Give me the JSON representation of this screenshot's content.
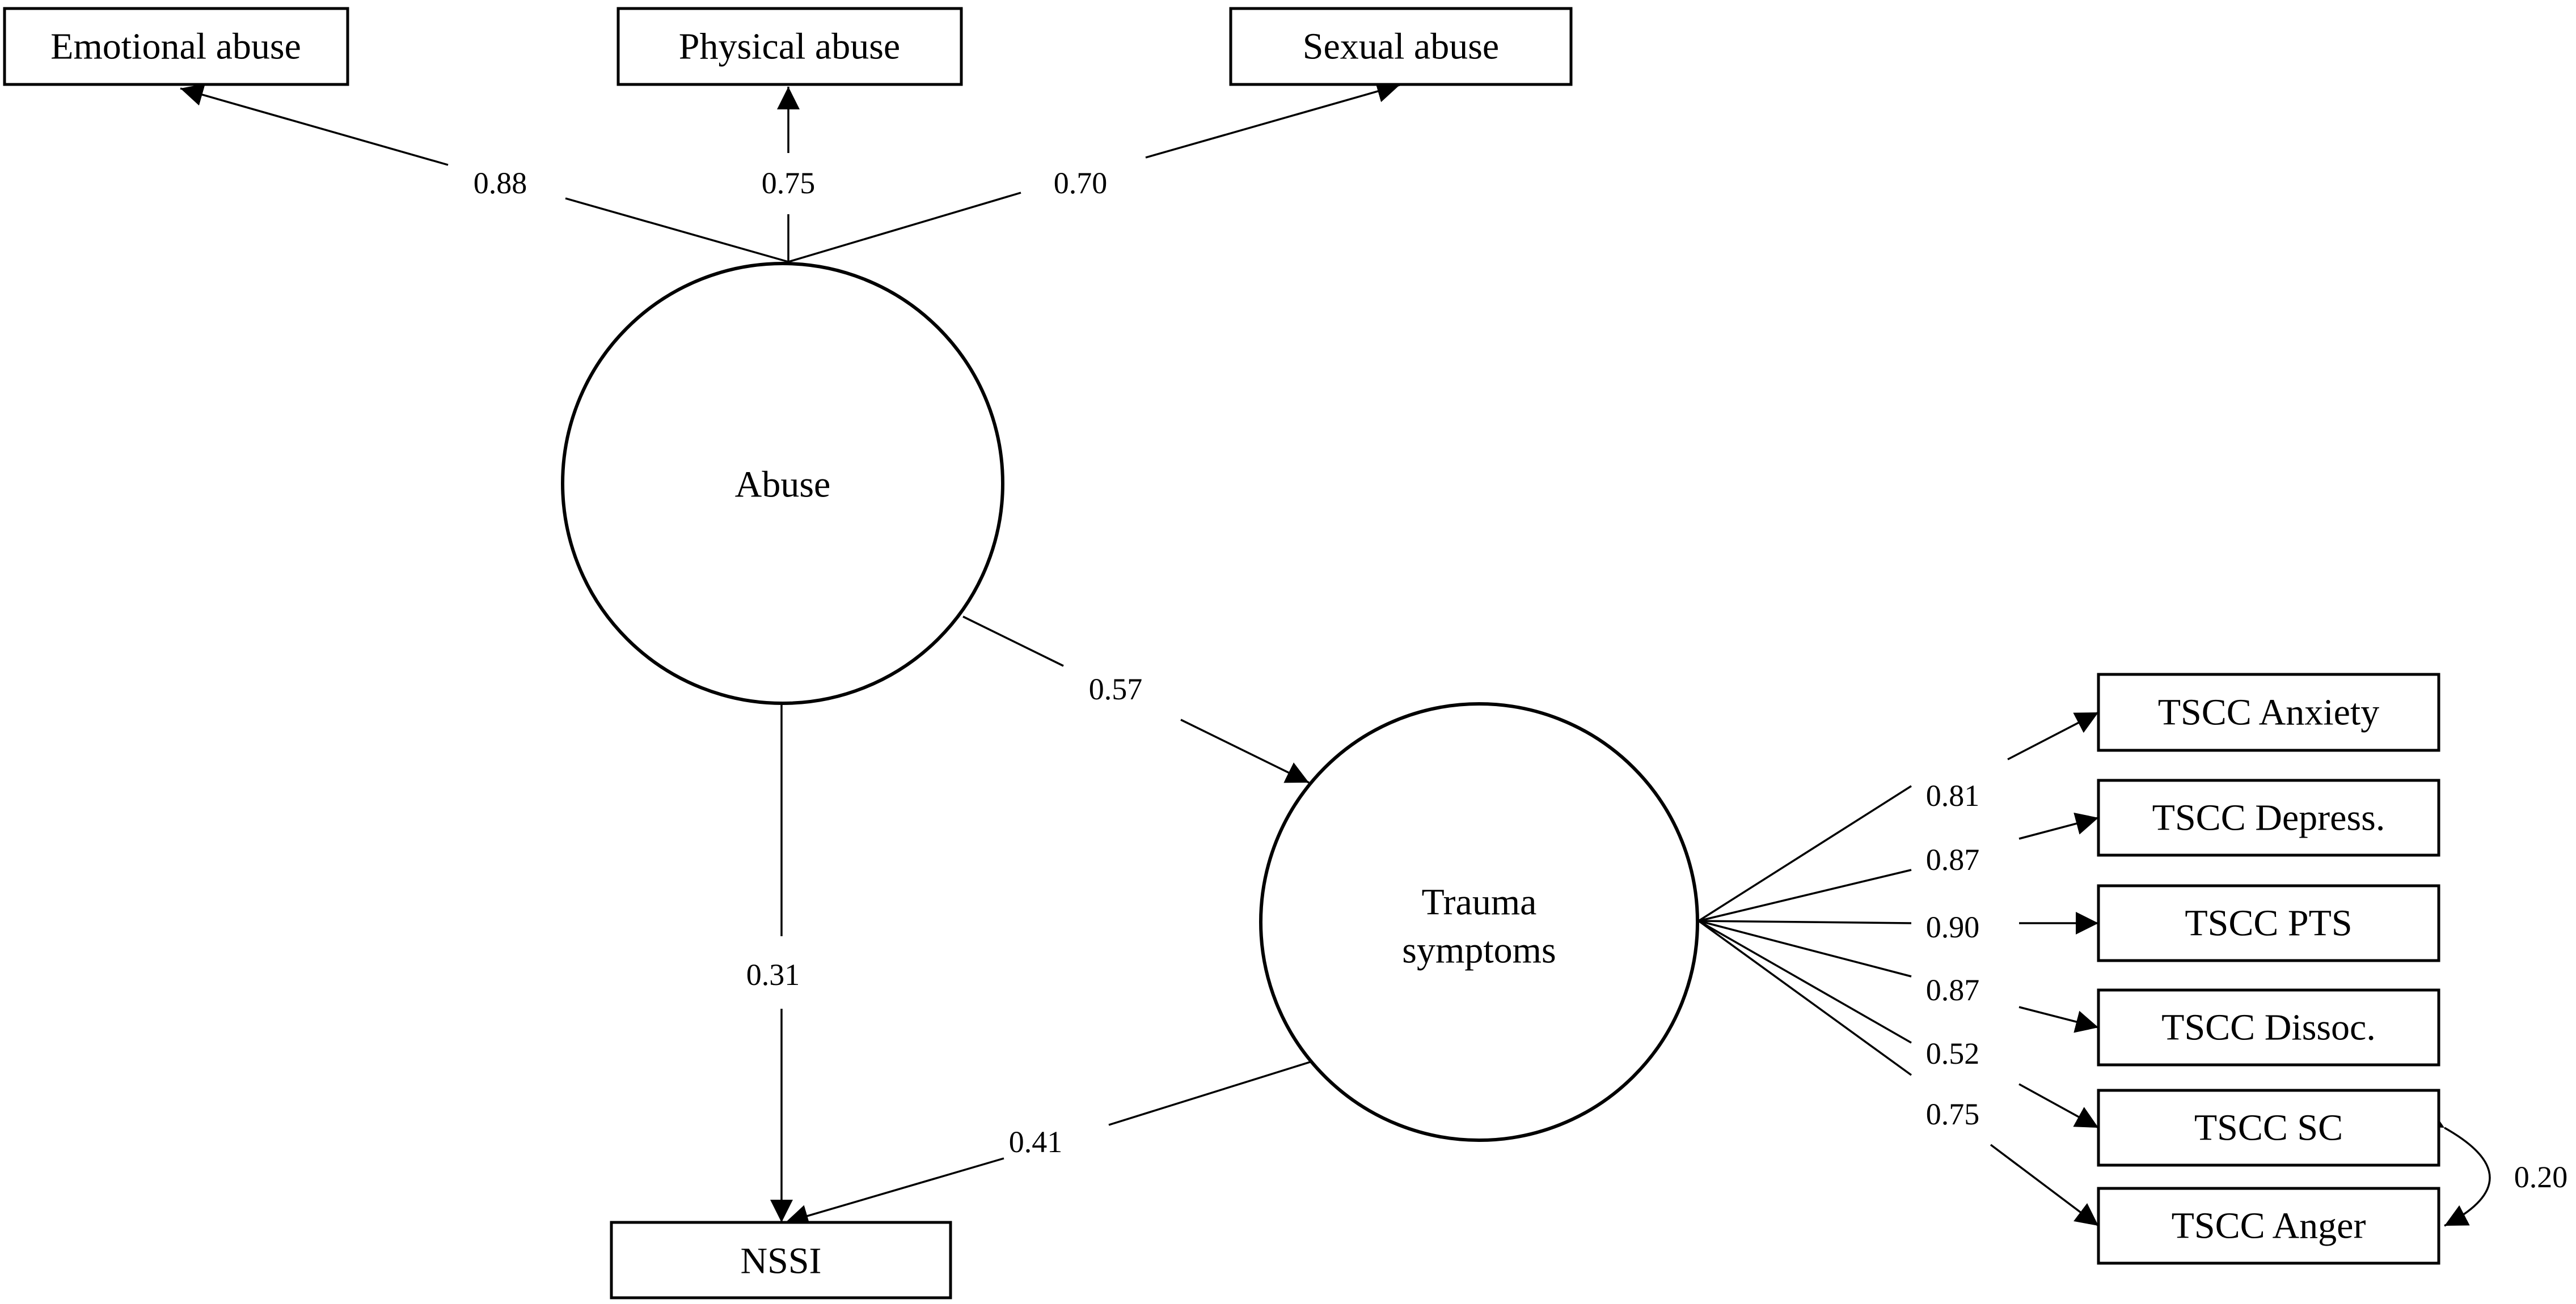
{
  "nodes": {
    "emotional_abuse": "Emotional abuse",
    "physical_abuse": "Physical abuse",
    "sexual_abuse": "Sexual abuse",
    "abuse": "Abuse",
    "trauma_line1": "Trauma",
    "trauma_line2": "symptoms",
    "nssi": "NSSI",
    "tscc_anxiety": "TSCC Anxiety",
    "tscc_depress": "TSCC Depress.",
    "tscc_pts": "TSCC PTS",
    "tscc_dissoc": "TSCC Dissoc.",
    "tscc_sc": "TSCC SC",
    "tscc_anger": "TSCC Anger"
  },
  "coefficients": {
    "emotional": "0.88",
    "physical": "0.75",
    "sexual": "0.70",
    "abuse_trauma": "0.57",
    "abuse_nssi": "0.31",
    "trauma_nssi": "0.41",
    "anxiety": "0.81",
    "depress": "0.87",
    "pts": "0.90",
    "dissoc": "0.87",
    "sc": "0.52",
    "anger": "0.75",
    "sc_anger_cov": "0.20"
  }
}
